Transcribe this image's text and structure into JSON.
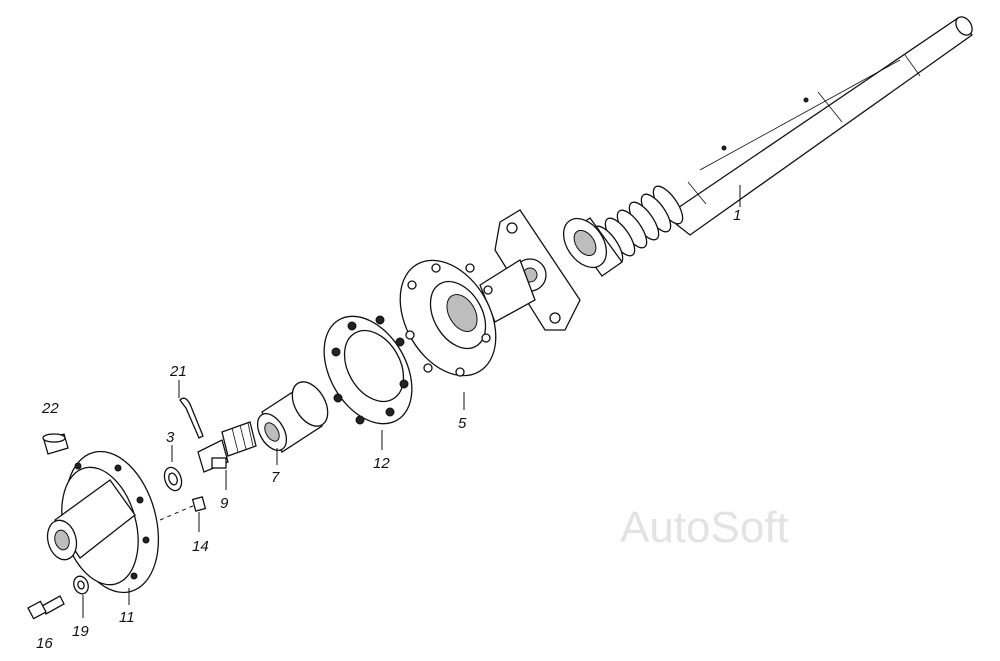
{
  "labels": {
    "p1": "1",
    "p3": "3",
    "p5": "5",
    "p7": "7",
    "p9": "9",
    "p11": "11",
    "p12": "12",
    "p14": "14",
    "p16": "16",
    "p19": "19",
    "p21": "21",
    "p22": "22"
  },
  "watermark": "AutoSoft"
}
